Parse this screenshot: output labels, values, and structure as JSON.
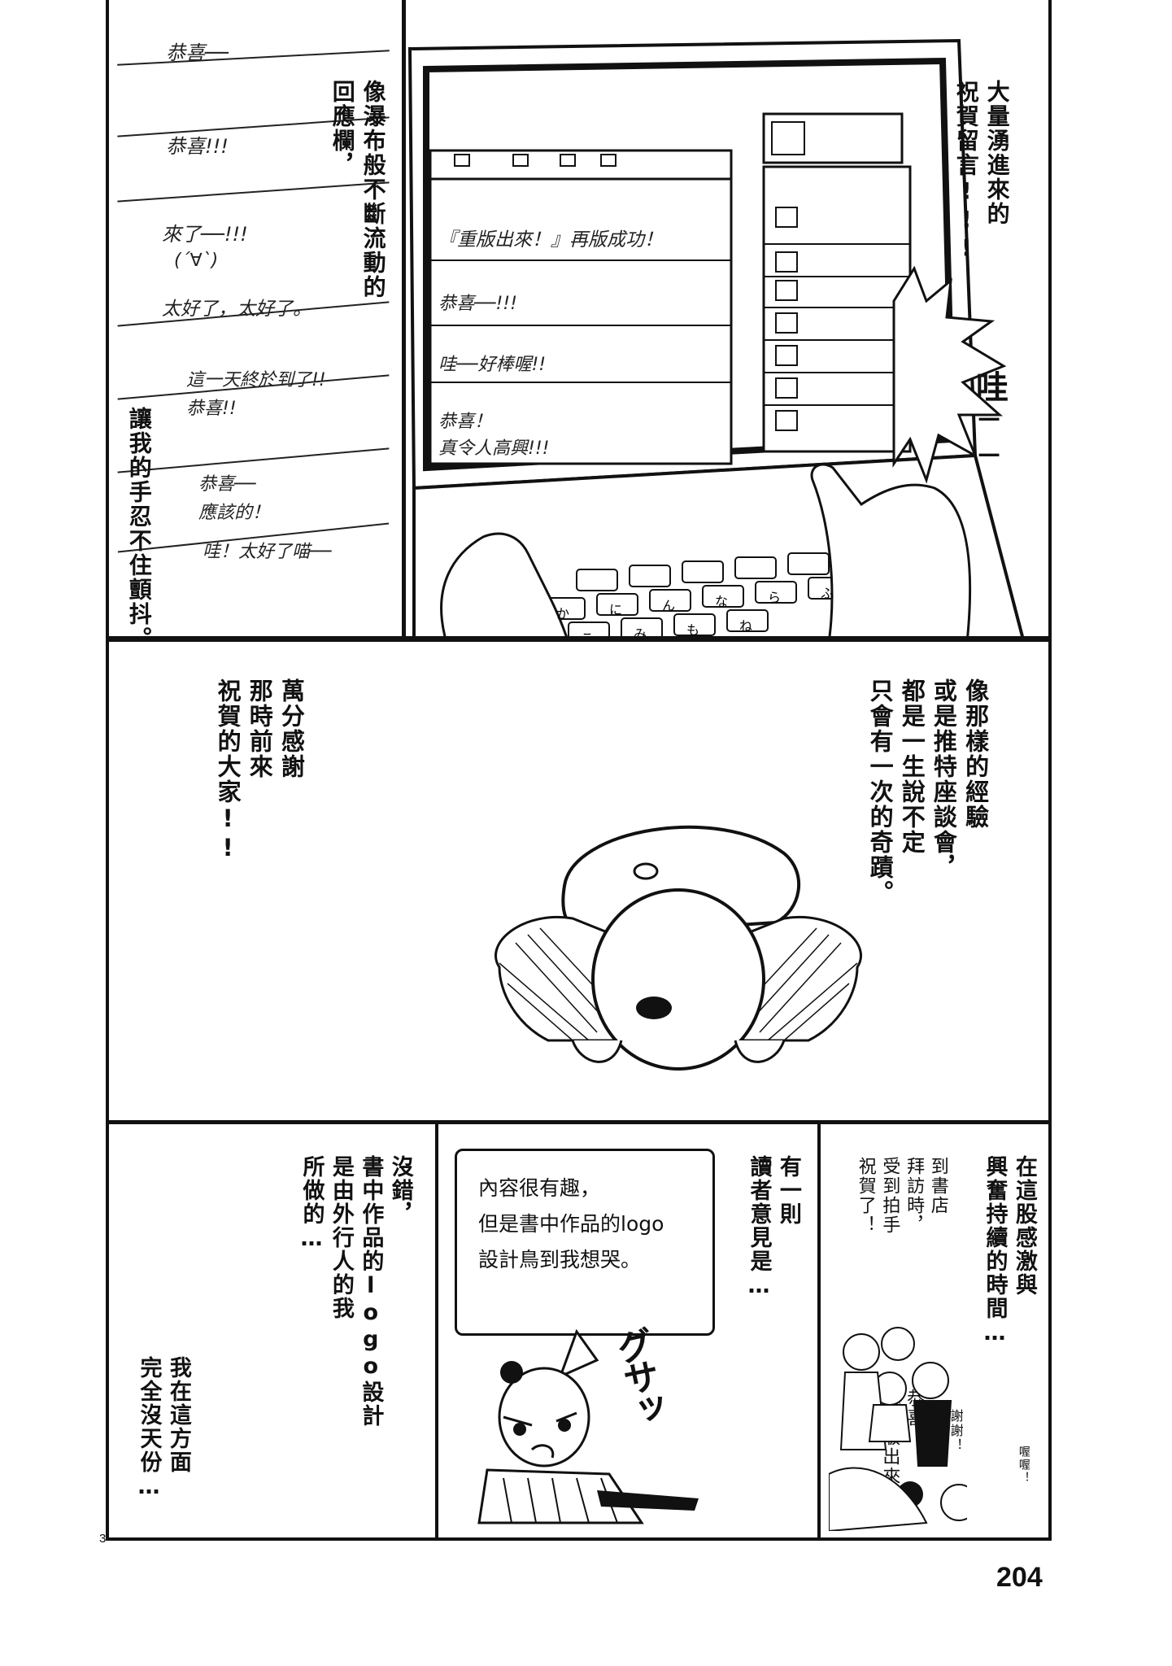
{
  "panel1": {
    "waterfall_caption": "像瀑布般不斷流動的\n回應欄，",
    "comments": [
      "恭喜──",
      "恭喜!!!",
      "來了──!!!",
      "(´∀`)",
      "太好了，太好了。",
      "這一天終於到了!!\n恭喜!!",
      "恭喜──\n應該的！",
      "哇！太好了喵──"
    ],
    "hands_caption": "讓我的手忍不住顫抖。",
    "screen_caption": "大量湧進來的\n祝賀留言!!!",
    "screen_posts": [
      "『重版出來！』再版成功！",
      "恭喜──!!!",
      "哇──好棒喔!!",
      "恭喜！\n真令人高興!!!"
    ],
    "sfx": "哇──",
    "keys": [
      "か",
      "に",
      "ん",
      "な",
      "ら",
      "ふ",
      "こ",
      "み",
      "も",
      "ね"
    ]
  },
  "panel2": {
    "right_caption": "像那樣的經驗\n或是推特座談會，\n都是一生說不定\n只會有一次的奇蹟。",
    "left_caption": "萬分感謝\n那時前來\n祝賀的大家!!"
  },
  "panel3": {
    "caption": "在這股感激與\n興奮持續的時間…",
    "aside": "到書店\n拜訪時，\n受到拍手\n祝賀了！",
    "congrats": "恭喜\n『重版出來！』\n再版！",
    "thanks": "謝謝！",
    "sweat": "喔喔！"
  },
  "panel4": {
    "caption": "有一則\n讀者意見是…",
    "bubble": "內容很有趣，\n但是書中作品的logo\n設計鳥到我想哭。",
    "sfx": "グサッ"
  },
  "panel5": {
    "caption1": "沒錯，\n書中作品的logo設計\n是由外行人的我\n所做的…",
    "caption2": "我在這方面\n完全沒天份…"
  },
  "footer": {
    "page_number": "204",
    "marker": "3"
  }
}
